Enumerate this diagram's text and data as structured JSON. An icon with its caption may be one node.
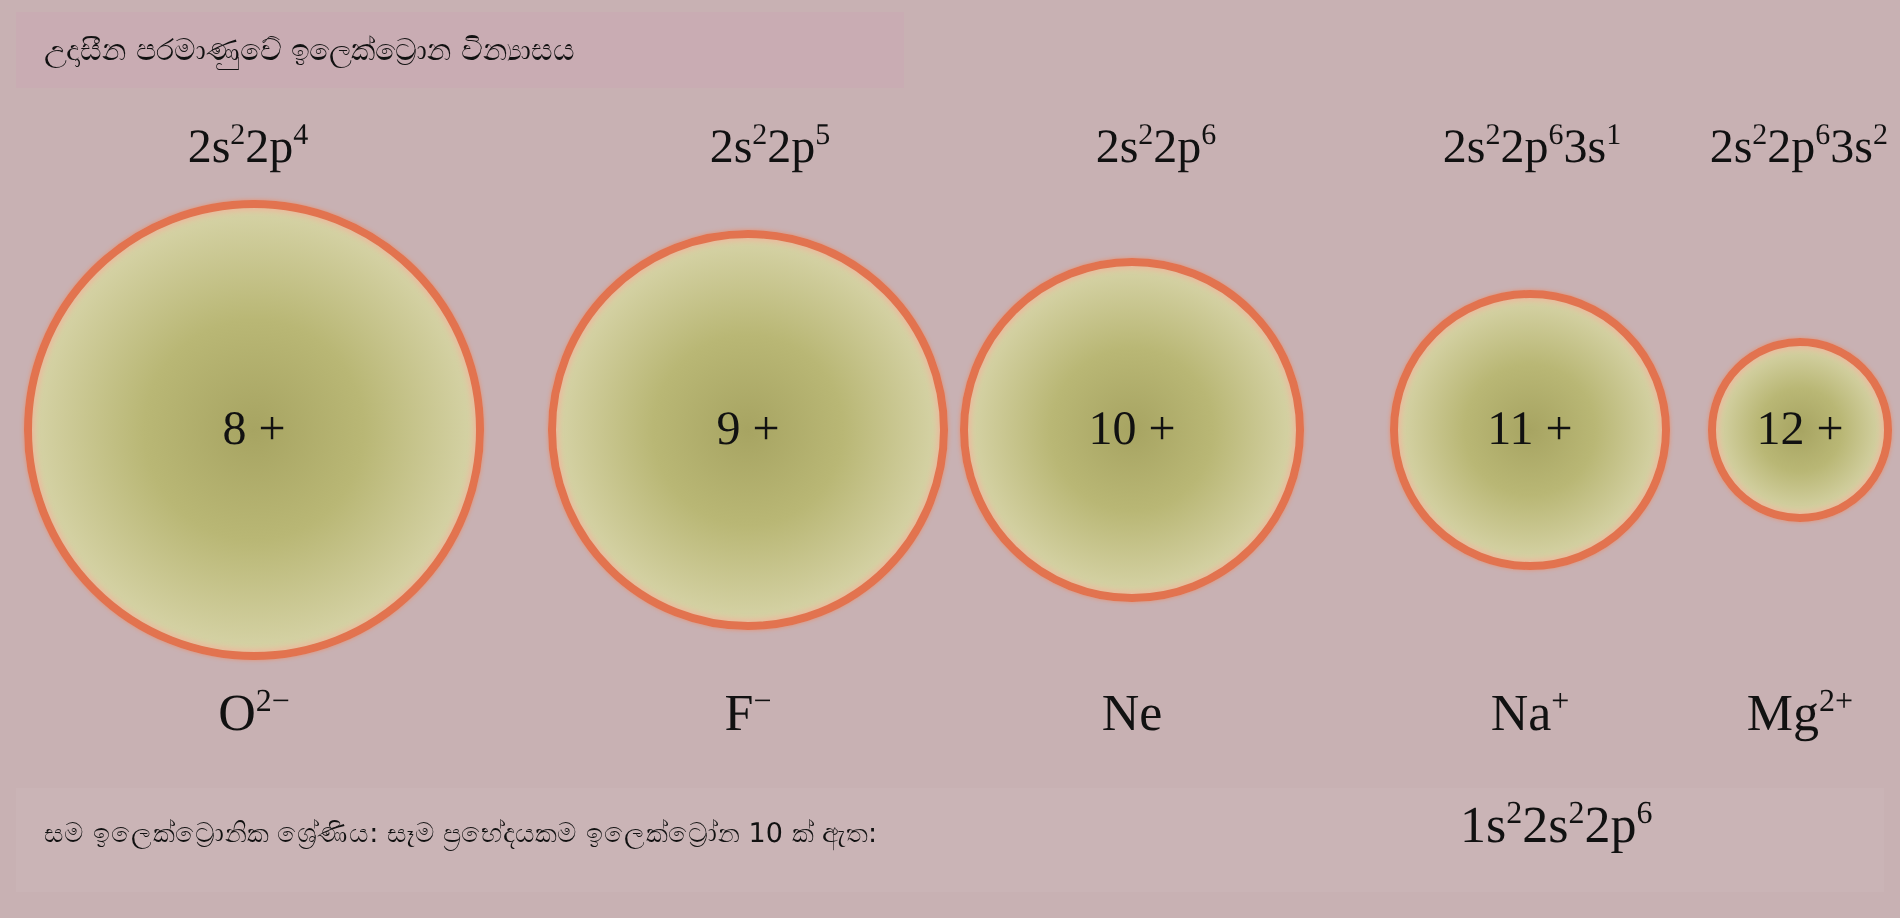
{
  "diagram": {
    "title": "උදාසීන පරමාණුවේ ඉලෙක්ට්‍රොන වින්‍යාසය",
    "nodes": [
      {
        "text": [
          "8 +"
        ],
        "beside": [
          "2s$^{2}$2p$^{4}$",
          "O$^{2−}$"
        ]
      },
      {
        "text": [
          "9 +"
        ],
        "beside": [
          "2s$^{2}$2p$^{5}$",
          "F$^{−}$"
        ]
      },
      {
        "text": [
          "10 +"
        ],
        "beside": [
          "2s$^{2}$2p$^{6}$",
          "Ne"
        ]
      },
      {
        "text": [
          "11 +"
        ],
        "beside": [
          "2s$^{2}$2p$^{6}$3s$^{1}$",
          "Na$^{+}$"
        ]
      },
      {
        "text": [
          "12 +"
        ],
        "beside": [
          "2s$^{2}$2p$^{6}$3s$^{2}$",
          "Mg$^{2+}$"
        ]
      }
    ],
    "labels": [
      "සම ඉලෙක්ට්‍රොනික ශ්‍රේණිය: සෑම ප්‍රභේදයකම ඉලෙක්ට්‍රෝන 10 ක් ඇත:",
      "1s$^{2}$2s$^{2}$2p$^{6}$"
    ]
  }
}
